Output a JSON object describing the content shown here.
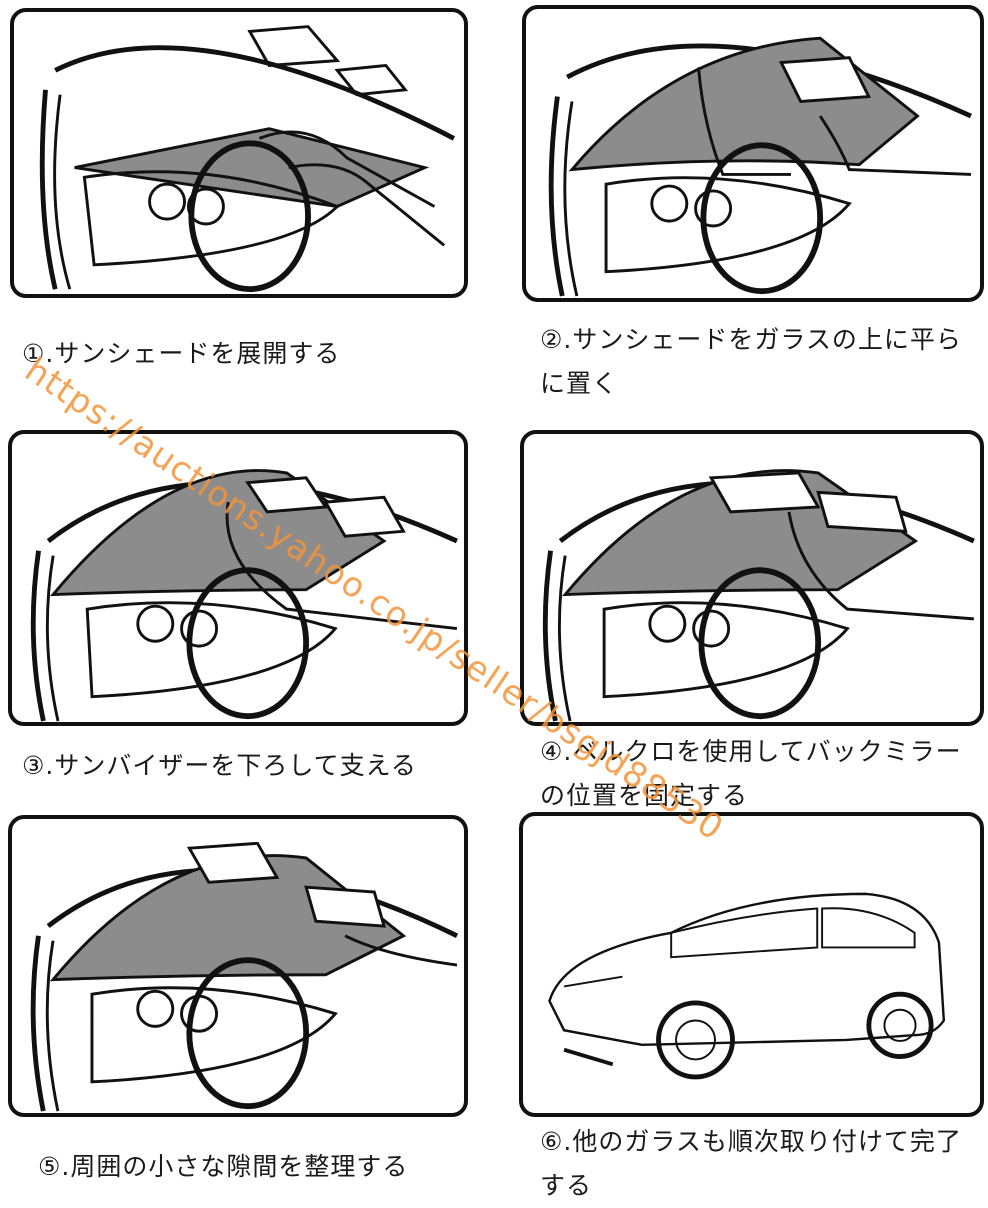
{
  "steps": [
    {
      "caption": "①.サンシェードを展開する"
    },
    {
      "caption": "②.サンシェードをガラスの上に平ら\nに置く"
    },
    {
      "caption": "③.サンバイザーを下ろして支える"
    },
    {
      "caption": "④.ベルクロを使用してバックミラー\nの位置を固定する"
    },
    {
      "caption": "⑤.周囲の小さな隙間を整理する"
    },
    {
      "caption": "⑥.他のガラスも順次取り付けて完了\nする"
    }
  ],
  "watermark": "https://auctions.yahoo.co.jp/seller/bsgjd88530",
  "colors": {
    "shade": "#8c8c8c",
    "line": "#111111",
    "watermark": "#f4953a"
  }
}
